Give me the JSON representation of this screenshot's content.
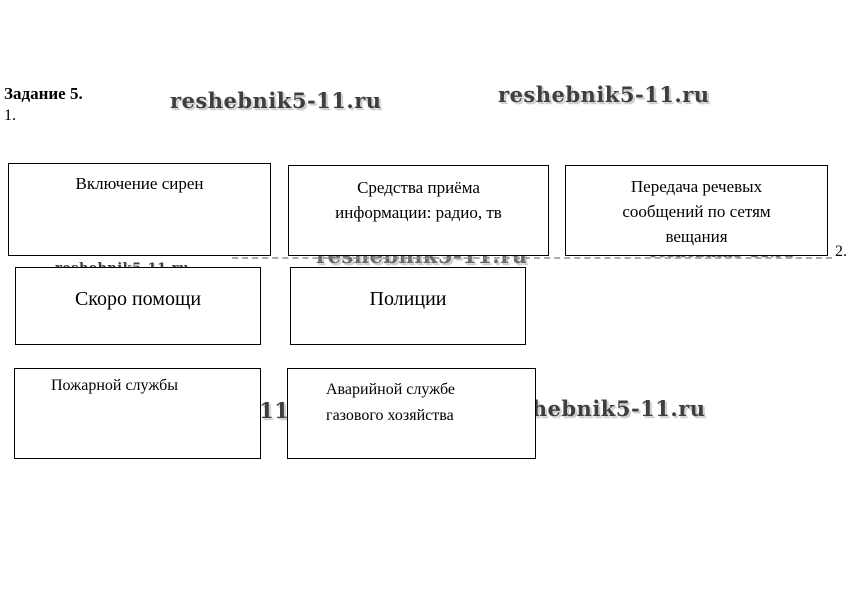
{
  "colors": {
    "background": "#ffffff",
    "text": "#000000",
    "box-border": "#000000",
    "wm-dark": "#3f3f3f",
    "wm-light": "#6b6b6b",
    "dash": "#8f8f8f"
  },
  "header": {
    "task_title": "Задание 5.",
    "item1_number": "1.",
    "item2_number": "2."
  },
  "watermark": {
    "text": "reshebnik5-11.ru"
  },
  "boxes": {
    "siren": {
      "label": "Включение сирен"
    },
    "media": {
      "line1": "Средства приёма",
      "line2": "информации: радио, тв"
    },
    "speech": {
      "line1": "Передача речевых",
      "line2": "сообщений по сетям",
      "line3": "вещания"
    },
    "ambulance": {
      "label": "Скоро помощи"
    },
    "police": {
      "label": "Полиции"
    },
    "fire": {
      "label": "Пожарной службы"
    },
    "gas": {
      "line1": "Аварийной службе",
      "line2": "газового хозяйства"
    }
  }
}
